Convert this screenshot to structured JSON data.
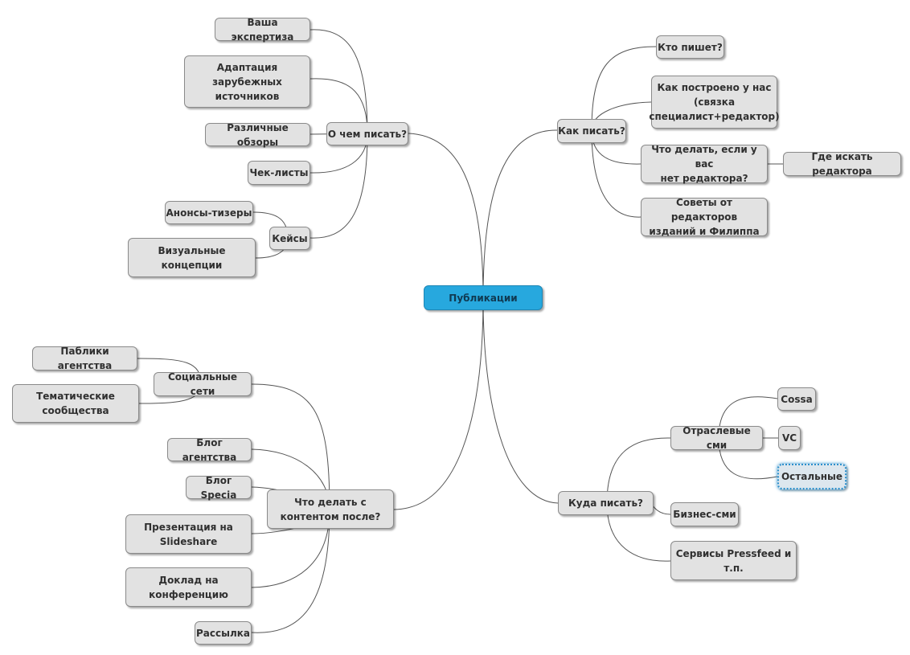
{
  "mindmap": {
    "root": {
      "label": "Публикации"
    },
    "branches": {
      "what_to_write": {
        "label": "О чем писать?",
        "items": [
          "Ваша экспертиза",
          "Адаптация\nзарубежных\nисточников",
          "Различные обзоры",
          "Чек-листы"
        ],
        "cases": {
          "label": "Кейсы",
          "items": [
            "Анонсы-тизеры",
            "Визуальные\nконцепции"
          ]
        }
      },
      "how_to_write": {
        "label": "Как писать?",
        "items": [
          "Кто пишет?",
          "Как построено у нас\n(связка\nспециалист+редактор)",
          "Что делать, если у вас\nнет редактора?",
          "Советы от редакторов\nизданий и Филиппа"
        ],
        "find_editor": "Где искать редактора"
      },
      "after": {
        "label": "Что делать с\nконтентом после?",
        "social": {
          "label": "Социальные сети",
          "items": [
            "Паблики агентства",
            "Тематические\nсообщества"
          ]
        },
        "items": [
          "Блог агентства",
          "Блог Specia",
          "Презентация на\nSlideshare",
          "Доклад на\nконференцию",
          "Рассылка"
        ]
      },
      "where_to_write": {
        "label": "Куда писать?",
        "industry": {
          "label": "Отраслевые сми",
          "items": [
            "Cossa",
            "VC",
            "Остальные"
          ]
        },
        "items": [
          "Бизнес-сми",
          "Сервисы Pressfeed и\nт.п."
        ]
      }
    }
  },
  "colors": {
    "root": "#27a8de",
    "node": "#e2e2e2",
    "link": "#555555",
    "selected_border": "#2a8fcc"
  }
}
